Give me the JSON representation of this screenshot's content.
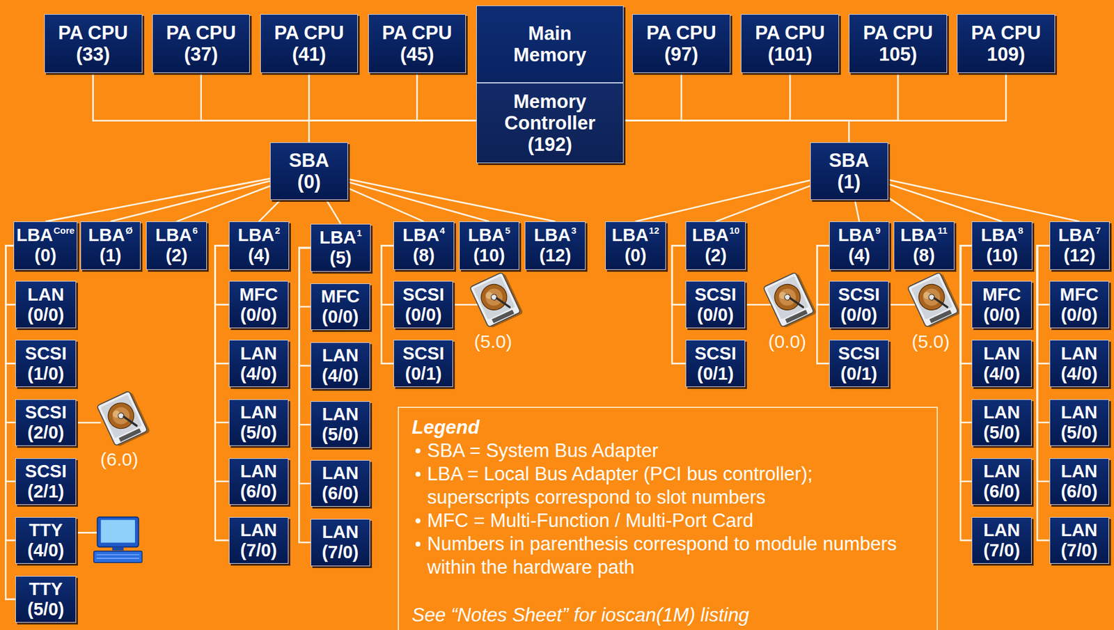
{
  "diagram": {
    "nodes": [
      {
        "text": [
          "PA CPU (33)"
        ]
      },
      {
        "text": [
          "PA CPU (37)"
        ]
      },
      {
        "text": [
          "PA CPU (41)"
        ]
      },
      {
        "text": [
          "PA CPU (45)"
        ]
      },
      {
        "text": [
          "Main Memory",
          "Memory Controller (192)"
        ]
      },
      {
        "text": [
          "PA CPU (97)"
        ]
      },
      {
        "text": [
          "PA CPU (101)"
        ]
      },
      {
        "text": [
          "PA CPU 105)"
        ]
      },
      {
        "text": [
          "PA CPU 109)"
        ]
      },
      {
        "text": [
          "SBA (0)"
        ]
      },
      {
        "text": [
          "SBA (1)"
        ]
      },
      {
        "text": [
          "LBA",
          "Core",
          "(0)"
        ]
      },
      {
        "text": [
          "LBA",
          "Ø",
          "(1)"
        ]
      },
      {
        "text": [
          "LBA",
          "6",
          "(2)"
        ]
      },
      {
        "text": [
          "LBA",
          "2",
          "(4)"
        ]
      },
      {
        "text": [
          "LBA",
          "1",
          "(5)"
        ]
      },
      {
        "text": [
          "LBA",
          "4",
          "(8)"
        ]
      },
      {
        "text": [
          "LBA",
          "5",
          "(10)"
        ]
      },
      {
        "text": [
          "LBA",
          "3",
          "(12)"
        ]
      },
      {
        "text": [
          "LBA",
          "12",
          "(0)"
        ]
      },
      {
        "text": [
          "LBA",
          "10",
          "(2)"
        ]
      },
      {
        "text": [
          "LBA",
          "9",
          "(4)"
        ]
      },
      {
        "text": [
          "LBA",
          "11",
          "(8)"
        ]
      },
      {
        "text": [
          "LBA",
          "8",
          "(10)"
        ]
      },
      {
        "text": [
          "LBA",
          "7",
          "(12)"
        ]
      },
      {
        "text": [
          "LAN (0/0)"
        ]
      },
      {
        "text": [
          "SCSI (1/0)"
        ]
      },
      {
        "text": [
          "SCSI (2/0)"
        ]
      },
      {
        "text": [
          "SCSI (2/1)"
        ]
      },
      {
        "text": [
          "TTY (4/0)"
        ]
      },
      {
        "text": [
          "TTY (5/0)"
        ]
      },
      {
        "text": [
          "MFC (0/0)"
        ]
      },
      {
        "text": [
          "LAN (4/0)"
        ]
      },
      {
        "text": [
          "LAN (5/0)"
        ]
      },
      {
        "text": [
          "LAN (6/0)"
        ]
      },
      {
        "text": [
          "LAN (7/0)"
        ]
      },
      {
        "text": [
          "MFC (0/0)"
        ]
      },
      {
        "text": [
          "LAN (4/0)"
        ]
      },
      {
        "text": [
          "LAN (5/0)"
        ]
      },
      {
        "text": [
          "LAN (6/0)"
        ]
      },
      {
        "text": [
          "LAN (7/0)"
        ]
      },
      {
        "text": [
          "SCSI (0/0)"
        ]
      },
      {
        "text": [
          "SCSI (0/1)"
        ]
      },
      {
        "text": [
          "SCSI (0/0)"
        ]
      },
      {
        "text": [
          "SCSI (0/1)"
        ]
      },
      {
        "text": [
          "SCSI (0/0)"
        ]
      },
      {
        "text": [
          "SCSI (0/1)"
        ]
      },
      {
        "text": [
          "MFC (0/0)"
        ]
      },
      {
        "text": [
          "LAN (4/0)"
        ]
      },
      {
        "text": [
          "LAN (5/0)"
        ]
      },
      {
        "text": [
          "LAN (6/0)"
        ]
      },
      {
        "text": [
          "LAN (7/0)"
        ]
      },
      {
        "text": [
          "MFC (0/0)"
        ]
      },
      {
        "text": [
          "LAN (4/0)"
        ]
      },
      {
        "text": [
          "LAN (5/0)"
        ]
      },
      {
        "text": [
          "LAN (6/0)"
        ]
      },
      {
        "text": [
          "LAN (7/0)"
        ]
      }
    ],
    "edges": [
      {
        "from": 0,
        "to": 4,
        "arrow": "none"
      },
      {
        "from": 1,
        "to": 4,
        "arrow": "none"
      },
      {
        "from": 2,
        "to": 4,
        "arrow": "none"
      },
      {
        "from": 3,
        "to": 4,
        "arrow": "none"
      },
      {
        "from": 5,
        "to": 4,
        "arrow": "none"
      },
      {
        "from": 6,
        "to": 4,
        "arrow": "none"
      },
      {
        "from": 7,
        "to": 4,
        "arrow": "none"
      },
      {
        "from": 8,
        "to": 4,
        "arrow": "none"
      },
      {
        "from": 9,
        "to": 4,
        "arrow": "none"
      },
      {
        "from": 10,
        "to": 4,
        "arrow": "none"
      },
      {
        "from": 9,
        "to": 11,
        "arrow": "none"
      },
      {
        "from": 9,
        "to": 12,
        "arrow": "none"
      },
      {
        "from": 9,
        "to": 13,
        "arrow": "none"
      },
      {
        "from": 9,
        "to": 14,
        "arrow": "none"
      },
      {
        "from": 9,
        "to": 15,
        "arrow": "none"
      },
      {
        "from": 9,
        "to": 16,
        "arrow": "none"
      },
      {
        "from": 9,
        "to": 17,
        "arrow": "none"
      },
      {
        "from": 9,
        "to": 18,
        "arrow": "none"
      },
      {
        "from": 10,
        "to": 19,
        "arrow": "none"
      },
      {
        "from": 10,
        "to": 20,
        "arrow": "none"
      },
      {
        "from": 10,
        "to": 21,
        "arrow": "none"
      },
      {
        "from": 10,
        "to": 22,
        "arrow": "none"
      },
      {
        "from": 10,
        "to": 23,
        "arrow": "none"
      },
      {
        "from": 10,
        "to": 24,
        "arrow": "none"
      },
      {
        "from": 11,
        "to": 25,
        "arrow": "none"
      },
      {
        "from": 11,
        "to": 26,
        "arrow": "none"
      },
      {
        "from": 11,
        "to": 27,
        "arrow": "none"
      },
      {
        "from": 11,
        "to": 28,
        "arrow": "none"
      },
      {
        "from": 11,
        "to": 29,
        "arrow": "none"
      },
      {
        "from": 11,
        "to": 30,
        "arrow": "none"
      },
      {
        "from": 14,
        "to": 31,
        "arrow": "none"
      },
      {
        "from": 14,
        "to": 32,
        "arrow": "none"
      },
      {
        "from": 14,
        "to": 33,
        "arrow": "none"
      },
      {
        "from": 14,
        "to": 34,
        "arrow": "none"
      },
      {
        "from": 14,
        "to": 35,
        "arrow": "none"
      },
      {
        "from": 15,
        "to": 36,
        "arrow": "none"
      },
      {
        "from": 15,
        "to": 37,
        "arrow": "none"
      },
      {
        "from": 15,
        "to": 38,
        "arrow": "none"
      },
      {
        "from": 15,
        "to": 39,
        "arrow": "none"
      },
      {
        "from": 15,
        "to": 40,
        "arrow": "none"
      },
      {
        "from": 16,
        "to": 41,
        "arrow": "none"
      },
      {
        "from": 16,
        "to": 42,
        "arrow": "none"
      },
      {
        "from": 20,
        "to": 43,
        "arrow": "none"
      },
      {
        "from": 20,
        "to": 44,
        "arrow": "none"
      },
      {
        "from": 21,
        "to": 45,
        "arrow": "none"
      },
      {
        "from": 21,
        "to": 46,
        "arrow": "none"
      },
      {
        "from": 23,
        "to": 47,
        "arrow": "none"
      },
      {
        "from": 23,
        "to": 48,
        "arrow": "none"
      },
      {
        "from": 23,
        "to": 49,
        "arrow": "none"
      },
      {
        "from": 23,
        "to": 50,
        "arrow": "none"
      },
      {
        "from": 23,
        "to": 51,
        "arrow": "none"
      },
      {
        "from": 24,
        "to": 52,
        "arrow": "none"
      },
      {
        "from": 24,
        "to": 53,
        "arrow": "none"
      },
      {
        "from": 24,
        "to": 54,
        "arrow": "none"
      },
      {
        "from": 24,
        "to": 55,
        "arrow": "none"
      },
      {
        "from": 24,
        "to": 56,
        "arrow": "none"
      }
    ],
    "labels": [
      "(6.0)",
      "(5.0)",
      "(0.0)",
      "(5.0)",
      "Legend",
      "See “Notes Sheet” for ioscan(1M) listing"
    ],
    "legend": [
      {
        "text": "SBA = System Bus Adapter"
      },
      {
        "text": "LBA = Local Bus Adapter (PCI bus controller); superscripts correspond to slot numbers"
      },
      {
        "text": "MFC = Multi-Function / Multi-Port Card"
      },
      {
        "text": "Numbers in parenthesis correspond to module numbers within the hardware path"
      }
    ]
  }
}
